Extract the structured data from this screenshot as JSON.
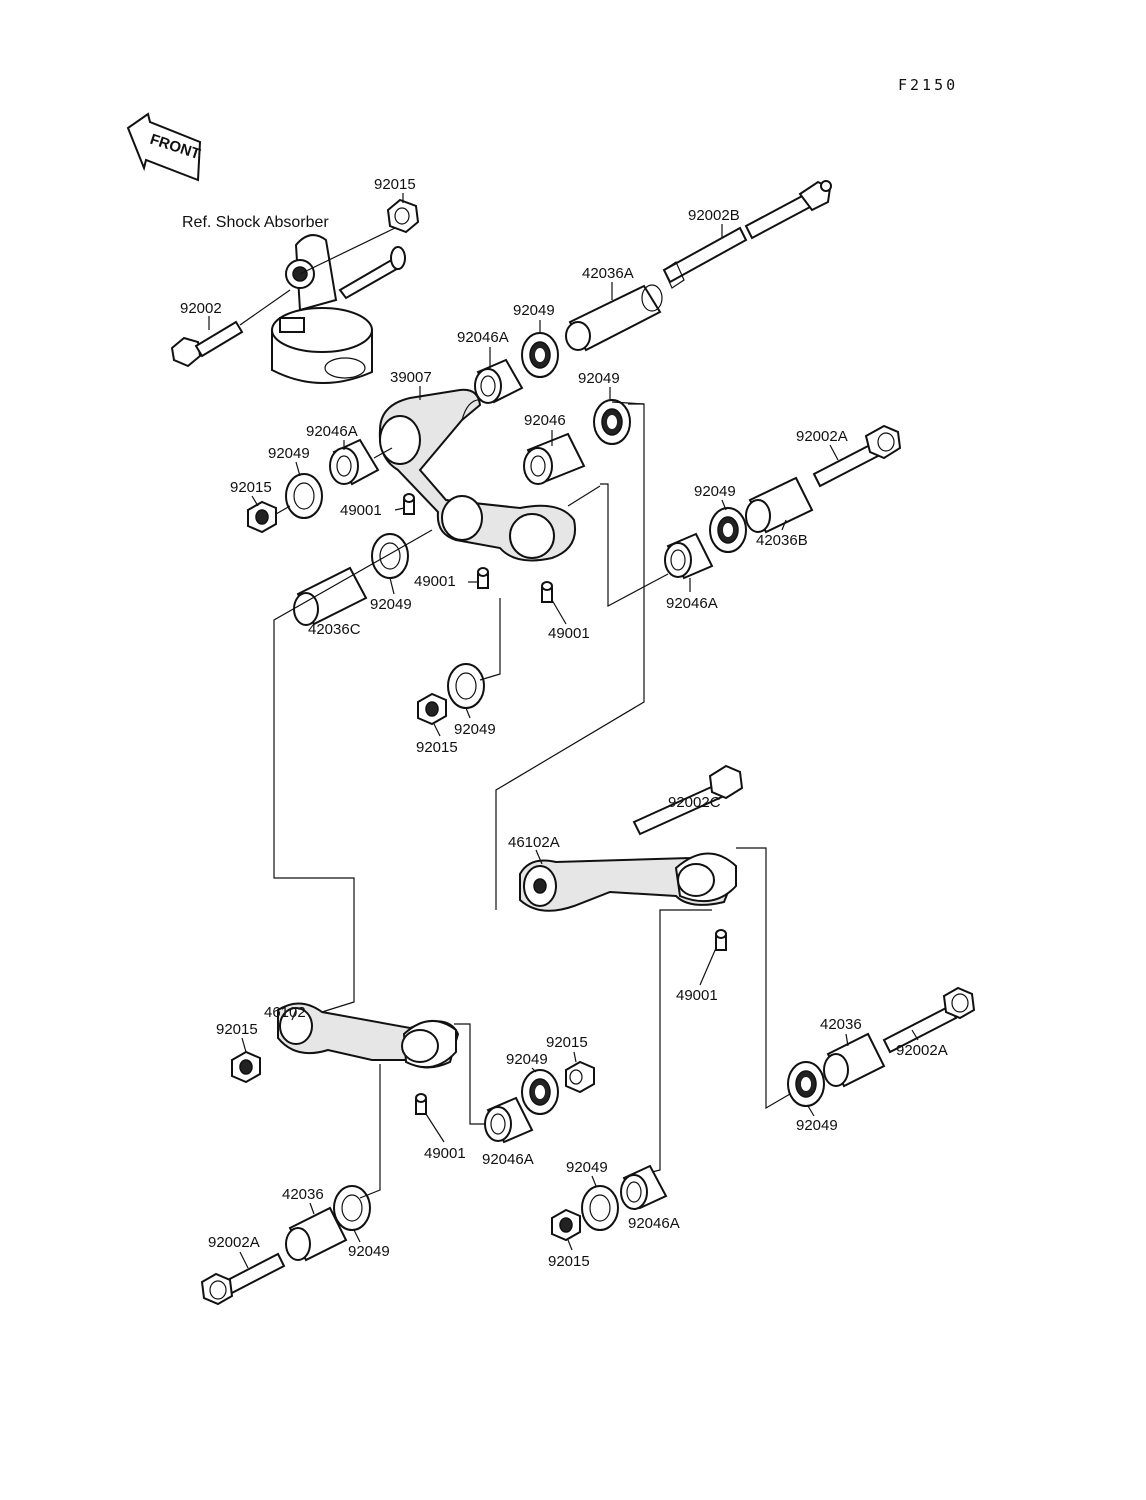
{
  "diagram_code": "F2150",
  "front_arrow_label": "FRONT",
  "reference_label": "Ref. Shock Absorber",
  "parts": {
    "p92015_top": "92015",
    "p92002_top": "92002",
    "p92002B": "92002B",
    "p42036A": "42036A",
    "p92049_a": "92049",
    "p92046A_a": "92046A",
    "p39007": "39007",
    "p92049_b": "92049",
    "p92046": "92046",
    "p92046A_b": "92046A",
    "p92049_c": "92049",
    "p92015_b": "92015",
    "p49001_a": "49001",
    "p92002A_a": "92002A",
    "p92049_d": "92049",
    "p42036B": "42036B",
    "p92046A_c": "92046A",
    "p49001_b": "49001",
    "p92049_e": "92049",
    "p42036C": "42036C",
    "p49001_c": "49001",
    "p92015_c": "92015",
    "p92049_f": "92049",
    "p92002C": "92002C",
    "p46102A": "46102A",
    "p49001_d": "49001",
    "p46102": "46102",
    "p92015_d": "92015",
    "p92015_e": "92015",
    "p92049_g": "92049",
    "p49001_e": "49001",
    "p92046A_d": "92046A",
    "p42036_a": "42036",
    "p92002A_b": "92002A",
    "p92049_h": "92049",
    "p92002A_c": "92002A",
    "p42036_b": "42036",
    "p92049_i": "92049",
    "p92049_j": "92049",
    "p92046A_e": "92046A",
    "p92015_f": "92015"
  }
}
